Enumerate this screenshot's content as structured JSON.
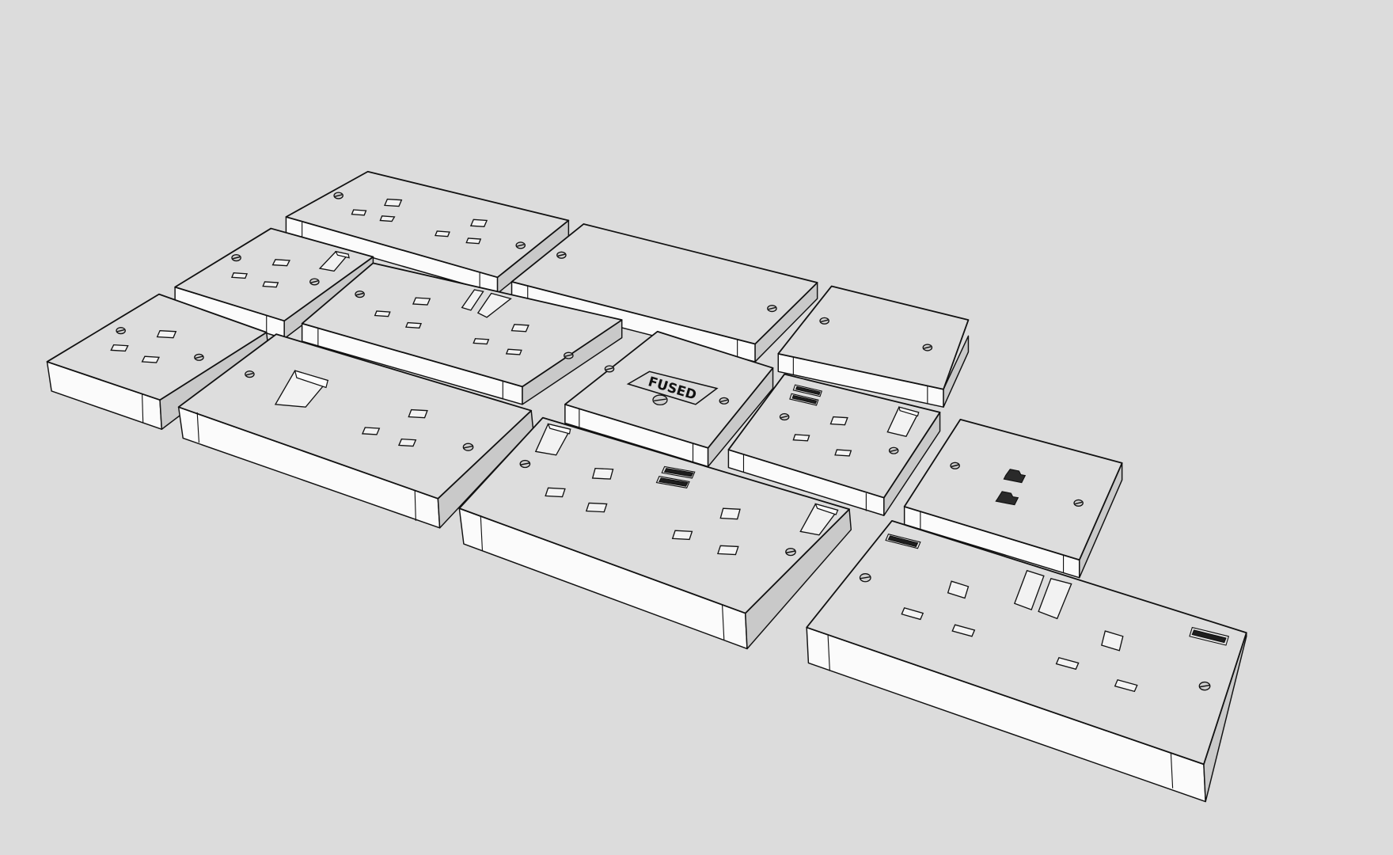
{
  "scene": {
    "title": "UK wall socket plates — 3D line render",
    "background": "#dcdcdc",
    "plate_top_color": "#dddddd",
    "plate_front_color": "#fbfbfb",
    "plate_side_color": "#c9c9c9",
    "line_color": "#111111"
  },
  "labels": {
    "fused_spur": "FUSED"
  },
  "plates": [
    {
      "id": "double-socket-back",
      "type": "double socket unswitched"
    },
    {
      "id": "single-switched-socket-back-left",
      "type": "single switched socket"
    },
    {
      "id": "blank-plate-double",
      "type": "double blank plate"
    },
    {
      "id": "blank-plate-single",
      "type": "single blank plate"
    },
    {
      "id": "single-socket-front-left",
      "type": "single socket unswitched"
    },
    {
      "id": "double-switched-socket-center",
      "type": "double socket with twin switches"
    },
    {
      "id": "switched-single-socket-wide",
      "type": "switched socket, single, wide plate"
    },
    {
      "id": "fused-spur",
      "type": "fused connection unit",
      "label": "FUSED"
    },
    {
      "id": "usb-switched-socket-right",
      "type": "switched socket with dual USB"
    },
    {
      "id": "telephone-data-plate",
      "type": "twin RJ outlet plate"
    },
    {
      "id": "usb-double-switched-socket-front",
      "type": "double switched socket with dual USB"
    },
    {
      "id": "usb-double-socket-large",
      "type": "double switched socket with USB ports"
    }
  ]
}
